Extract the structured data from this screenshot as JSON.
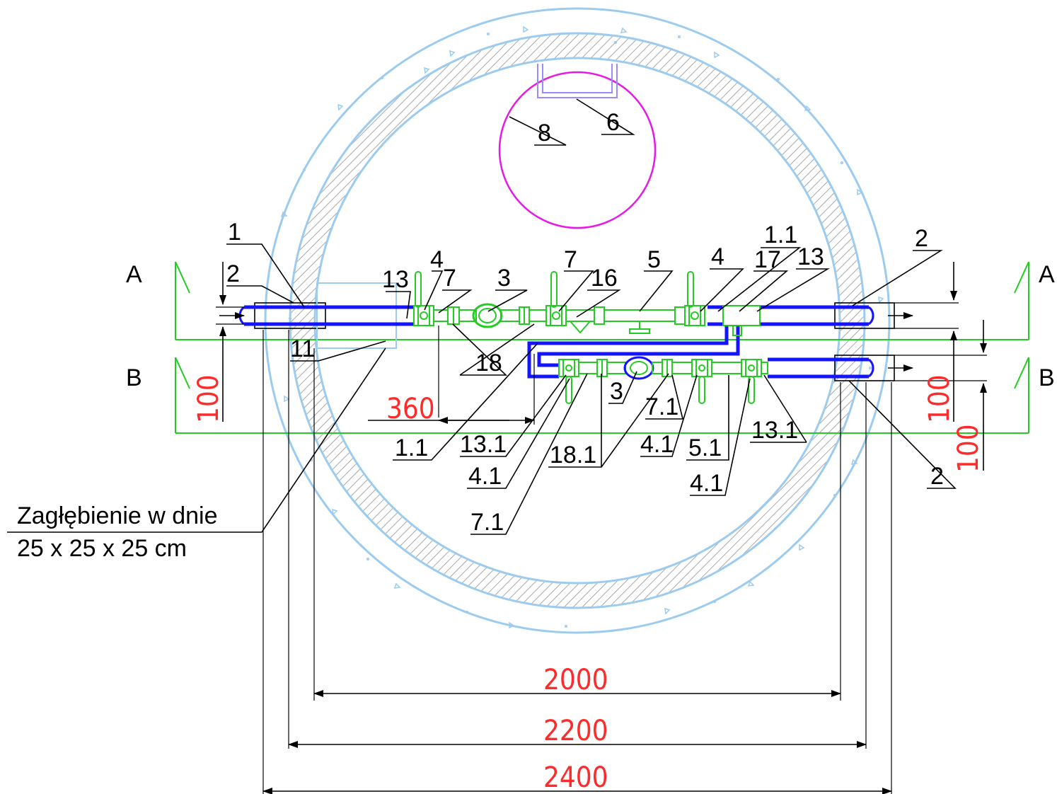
{
  "labels": {
    "l1": "1",
    "l2_left": "2",
    "l2_right_top": "2",
    "l2_right_bottom": "2",
    "l13_left": "13",
    "l4_a": "4",
    "l7_a": "7",
    "l3_a": "3",
    "l7_b": "7",
    "l16": "16",
    "l5": "5",
    "l4_b": "4",
    "l1_1_top": "1.1",
    "l17": "17",
    "l13_right": "13",
    "l8": "8",
    "l6": "6",
    "l11": "11",
    "l18": "18",
    "l3_b": "3",
    "l7_1_right": "7.1",
    "l4_1_mid": "4.1",
    "l5_1": "5.1",
    "l4_1_right": "4.1",
    "l13_1_right": "13.1",
    "l1_1_bottom": "1.1",
    "l13_1_left": "13.1",
    "l4_1_left": "4.1",
    "l18_1": "18.1",
    "l7_1_left": "7.1"
  },
  "sections": {
    "a_left": "A",
    "a_right": "A",
    "b_left": "B",
    "b_right": "B"
  },
  "dimensions": {
    "d360": "360",
    "d100_left": "100",
    "d100_right_a": "100",
    "d100_right_b": "100",
    "d2000": "2000",
    "d2200": "2200",
    "d2400": "2400"
  },
  "note": {
    "line1": "Zagłębienie w dnie",
    "line2": "25 x 25 x 25 cm"
  },
  "colors": {
    "concrete_outline": "#9ccbf0",
    "fittings": "#22cc22",
    "pipe": "#1414ff",
    "hatch": "#b0b0b0",
    "manhole": "#e619e6",
    "dimension_text": "#ff2a2a"
  }
}
